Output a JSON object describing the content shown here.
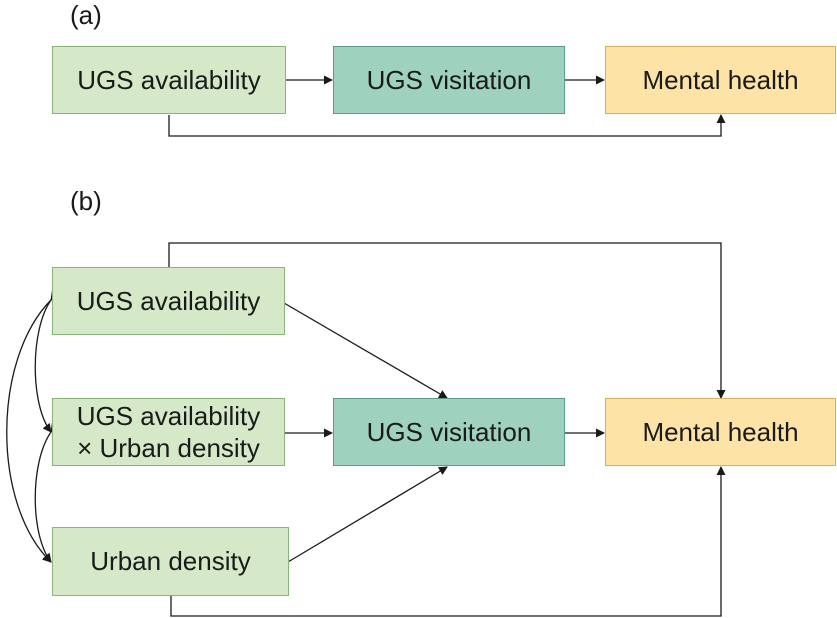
{
  "panels": {
    "a": {
      "label": "(a)",
      "nodes": {
        "availability": "UGS availability",
        "visitation": "UGS visitation",
        "mental_health": "Mental health"
      }
    },
    "b": {
      "label": "(b)",
      "nodes": {
        "availability": "UGS availability",
        "interaction_line1": "UGS availability",
        "interaction_line2": "× Urban density",
        "density": "Urban density",
        "visitation": "UGS visitation",
        "mental_health": "Mental health"
      }
    }
  },
  "colors": {
    "predictor_fill": "#d5e8c8",
    "mediator_fill": "#9fd1bf",
    "outcome_fill": "#fde4a6",
    "line": "#1a1a1a"
  }
}
